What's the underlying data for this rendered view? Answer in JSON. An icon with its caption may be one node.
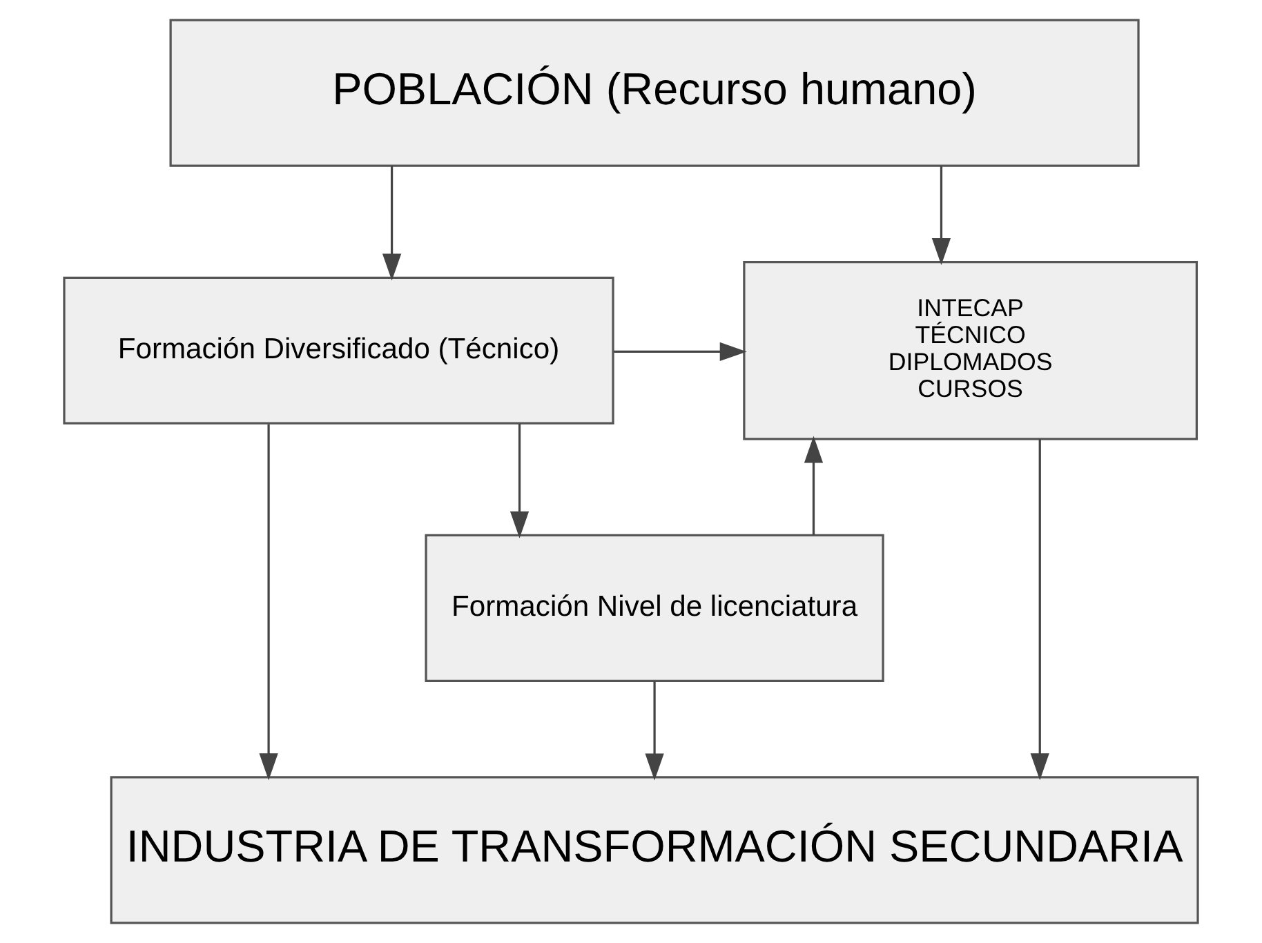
{
  "diagram": {
    "nodes": [
      {
        "text": [
          "POBLACIÓN (Recurso humano)"
        ]
      },
      {
        "text": [
          "Formación Diversificado (Técnico)"
        ]
      },
      {
        "text": [
          "INTECAP",
          "TÉCNICO",
          "DIPLOMADOS",
          "CURSOS"
        ]
      },
      {
        "text": [
          "Formación Nivel de licenciatura"
        ]
      },
      {
        "text": [
          "INDUSTRIA DE TRANSFORMACIÓN SECUNDARIA"
        ]
      }
    ],
    "edges": [
      {
        "from": 0,
        "to": 1,
        "arrow": "to"
      },
      {
        "from": 0,
        "to": 2,
        "arrow": "to"
      },
      {
        "from": 1,
        "to": 2,
        "arrow": "to"
      },
      {
        "from": 1,
        "to": 3,
        "arrow": "to"
      },
      {
        "from": 3,
        "to": 2,
        "arrow": "to"
      },
      {
        "from": 3,
        "to": 4,
        "arrow": "to"
      },
      {
        "from": 1,
        "to": 4,
        "arrow": "to"
      },
      {
        "from": 2,
        "to": 4,
        "arrow": "to"
      }
    ]
  }
}
